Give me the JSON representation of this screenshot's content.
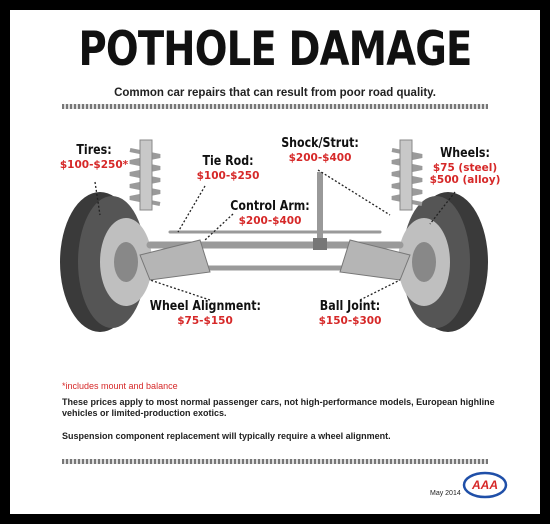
{
  "title": "POTHOLE DAMAGE",
  "subtitle": "Common car repairs that can result from poor road quality.",
  "labels": {
    "tires": {
      "name": "Tires:",
      "price": "$100-$250",
      "note": "*"
    },
    "tie_rod": {
      "name": "Tie Rod:",
      "price": "$100-$250"
    },
    "shock_strut": {
      "name": "Shock/Strut:",
      "price": "$200-$400"
    },
    "wheels": {
      "name": "Wheels:",
      "price_steel": "$75 (steel)",
      "price_alloy": "$500 (alloy)"
    },
    "control_arm": {
      "name": "Control Arm:",
      "price": "$200-$400"
    },
    "wheel_alignment": {
      "name": "Wheel Alignment:",
      "price": "$75-$150"
    },
    "ball_joint": {
      "name": "Ball Joint:",
      "price": "$150-$300"
    }
  },
  "footnotes": {
    "mount": "*includes mount and balance",
    "prices": "These prices apply to most normal passenger cars, not high-performance models, European highline vehicles or limited-production exotics.",
    "alignment": "Suspension component replacement will typically require a wheel alignment."
  },
  "date": "May 2014",
  "logo": {
    "text": "AAA",
    "icon": "aaa-logo-icon"
  },
  "colors": {
    "price": "#d62828",
    "text": "#111111",
    "frame": "#000000",
    "logo_blue": "#1f4fa8",
    "logo_red": "#d62828"
  }
}
